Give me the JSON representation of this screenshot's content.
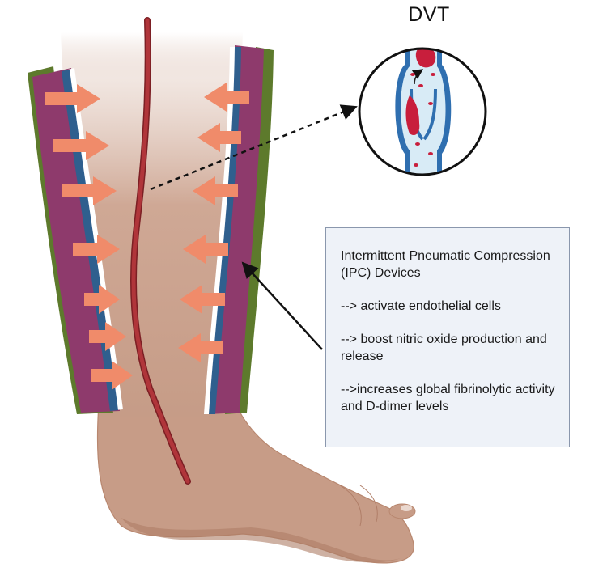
{
  "inset": {
    "title": "DVT"
  },
  "callout": {
    "heading": "Intermittent Pneumatic Compression (IPC) Devices",
    "points": [
      "--> activate endothelial cells",
      "--> boost nitric oxide production and release",
      "-->increases global fibrinolytic activity and D-dimer levels"
    ]
  },
  "colors": {
    "skin": "#c9a08c",
    "skin_shadow": "#b68670",
    "cuff_outer": "#5d7a2c",
    "cuff_padding": "#8e3a6c",
    "cuff_liner": "#2f5f8e",
    "pressure_arrow": "#f08b6a",
    "vein": "#b0353a",
    "clot": "#c81e3c",
    "vessel_wall": "#2f6fb0",
    "vessel_lumen": "#d8ebf6"
  }
}
